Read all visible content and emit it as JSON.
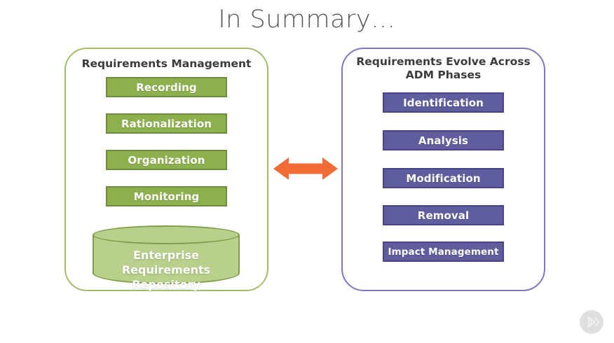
{
  "slide": {
    "title": "In Summary…",
    "title_color": "#565656",
    "background": "#ffffff"
  },
  "left_panel": {
    "heading": "Requirements Management",
    "border_color": "#a2bd6a",
    "box_fill": "#8db04e",
    "box_border": "#6d8c3c",
    "items": [
      {
        "label": "Recording"
      },
      {
        "label": "Rationalization"
      },
      {
        "label": "Organization"
      },
      {
        "label": "Monitoring"
      }
    ],
    "repository": {
      "line1": "Enterprise Requirements",
      "line2": "Repository",
      "fill": "#b8d08b",
      "stroke": "#7f9e4b"
    }
  },
  "right_panel": {
    "heading_line1": "Requirements Evolve Across",
    "heading_line2": "ADM Phases",
    "border_color": "#7b78c0",
    "box_fill": "#605d9e",
    "box_border": "#474488",
    "items": [
      {
        "label": "Identification"
      },
      {
        "label": "Analysis"
      },
      {
        "label": "Modification"
      },
      {
        "label": "Removal"
      },
      {
        "label": "Impact Management"
      }
    ]
  },
  "connector": {
    "icon": "double-headed-arrow-icon",
    "color": "#f26b36"
  },
  "watermark": {
    "icon": "play-button-icon",
    "color": "#d8d8d8"
  }
}
